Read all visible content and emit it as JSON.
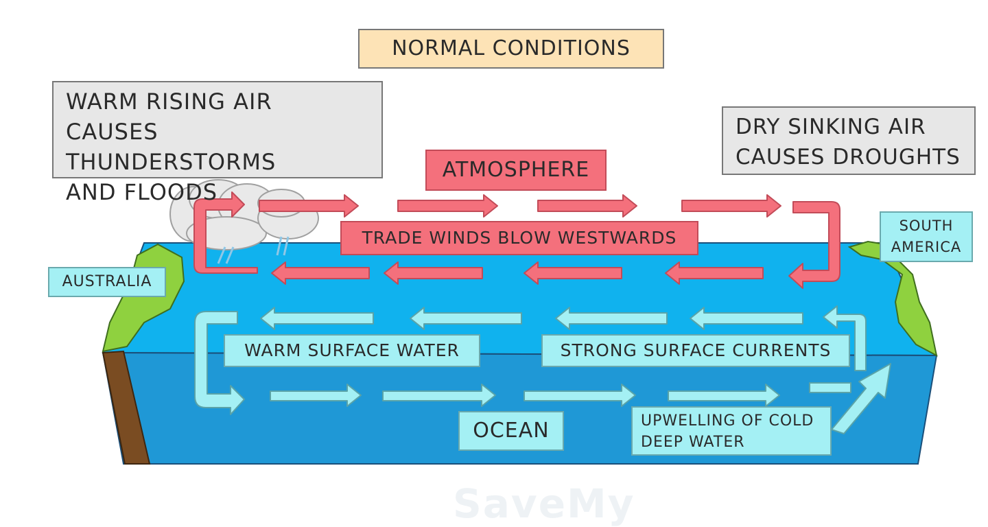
{
  "title": "NORMAL CONDITIONS",
  "rising_air": [
    "WARM RISING AIR",
    "CAUSES THUNDERSTORMS",
    "AND FLOODS"
  ],
  "sinking_air": [
    "DRY SINKING AIR",
    "CAUSES DROUGHTS"
  ],
  "atmosphere": "ATMOSPHERE",
  "trade_winds": "TRADE WINDS BLOW WESTWARDS",
  "australia": "AUSTRALIA",
  "south_america": [
    "SOUTH",
    "AMERICA"
  ],
  "warm_surface_water": "WARM SURFACE WATER",
  "strong_surface_currents": "STRONG SURFACE CURRENTS",
  "ocean": "OCEAN",
  "upwelling": [
    "UPWELLING OF COLD",
    "DEEP WATER"
  ],
  "watermark": "SaveMy",
  "colors": {
    "ocean_surface": "#10b2ee",
    "ocean_deep": "#1f98d6",
    "land": "#8fd13f",
    "earth": "#7a4c22",
    "air_arrow": "#f4707c",
    "water_arrow": "#a4f0f4",
    "cloud": "#e9e9e9"
  }
}
